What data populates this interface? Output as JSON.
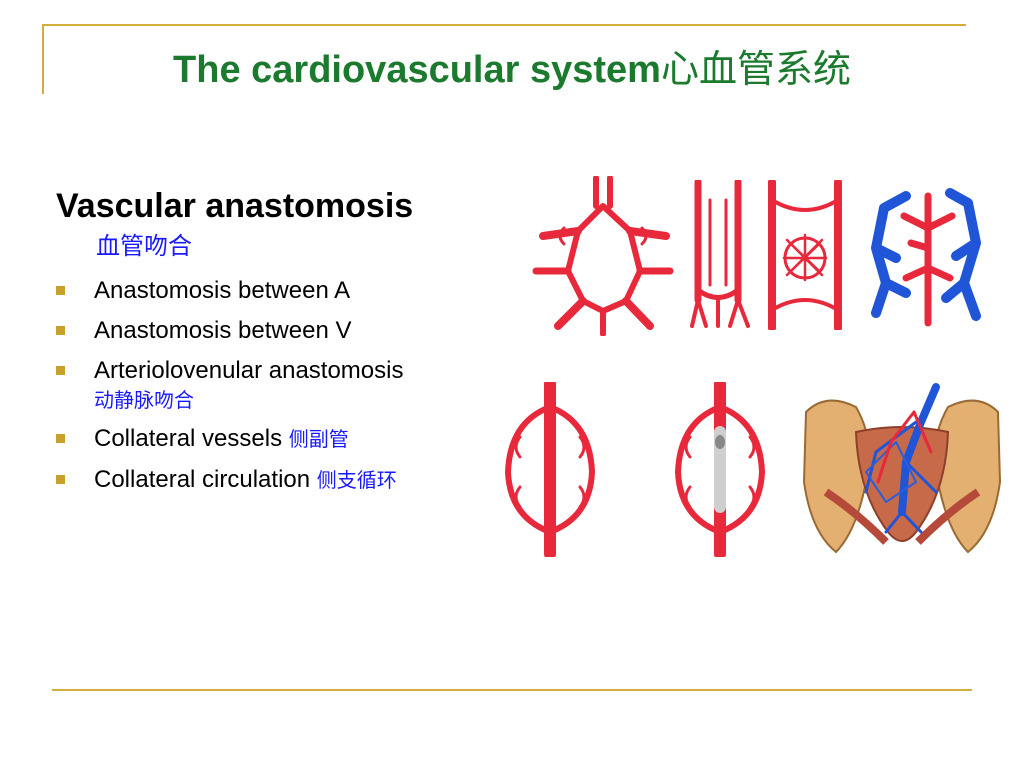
{
  "slide": {
    "title_en": "The cardiovascular system",
    "title_cn": "心血管系统",
    "heading": "Vascular anastomosis",
    "heading_cn": "血管吻合",
    "bullets": [
      {
        "text": "Anastomosis between A",
        "cn": ""
      },
      {
        "text": "Anastomosis between V",
        "cn": ""
      },
      {
        "text": "Arteriolovenular anastomosis",
        "sub": "动静脉吻合"
      },
      {
        "text": "Collateral vessels ",
        "cn": "侧副管"
      },
      {
        "text": "Collateral circulation ",
        "cn": "侧支循环"
      }
    ]
  },
  "colors": {
    "title": "#1b7a2e",
    "accent_line": "#d4ad3b",
    "bullet": "#c8a12c",
    "chinese": "#1a1aff",
    "artery": "#e8283b",
    "vein": "#1f55d6"
  },
  "figures": [
    {
      "icon": "arterial-ring-anastomosis-icon"
    },
    {
      "icon": "arterial-arch-anastomosis-icon"
    },
    {
      "icon": "arteriolar-network-icon"
    },
    {
      "icon": "venous-arterial-anastomosis-icon"
    },
    {
      "icon": "collateral-vessels-icon"
    },
    {
      "icon": "collateral-circulation-icon"
    },
    {
      "icon": "pelvic-vessels-illustration-icon"
    }
  ]
}
